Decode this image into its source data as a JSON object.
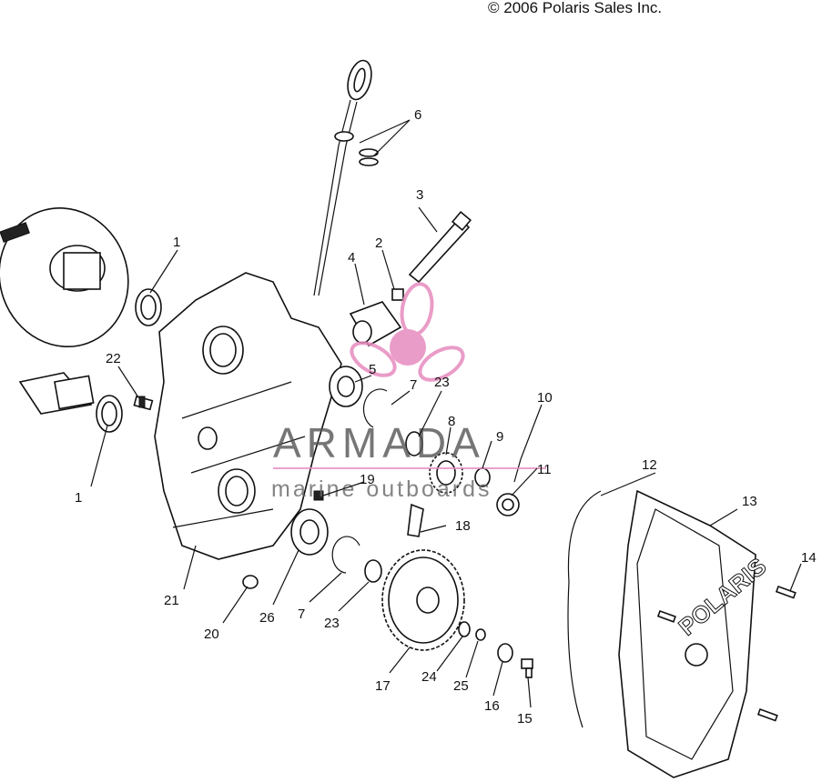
{
  "copyright": "© 2006 Polaris Sales Inc.",
  "watermark": {
    "brand": "ARMADA",
    "tagline": "marine outboards",
    "color_logo": "#e78bbf",
    "color_text": "#555555"
  },
  "callouts": [
    {
      "id": "c1a",
      "label": "1"
    },
    {
      "id": "c1b",
      "label": "1"
    },
    {
      "id": "c2",
      "label": "2"
    },
    {
      "id": "c3",
      "label": "3"
    },
    {
      "id": "c4",
      "label": "4"
    },
    {
      "id": "c5",
      "label": "5"
    },
    {
      "id": "c6",
      "label": "6"
    },
    {
      "id": "c7a",
      "label": "7"
    },
    {
      "id": "c7b",
      "label": "7"
    },
    {
      "id": "c8",
      "label": "8"
    },
    {
      "id": "c9",
      "label": "9"
    },
    {
      "id": "c10",
      "label": "10"
    },
    {
      "id": "c11",
      "label": "11"
    },
    {
      "id": "c12",
      "label": "12"
    },
    {
      "id": "c13",
      "label": "13"
    },
    {
      "id": "c14",
      "label": "14"
    },
    {
      "id": "c15",
      "label": "15"
    },
    {
      "id": "c16",
      "label": "16"
    },
    {
      "id": "c17",
      "label": "17"
    },
    {
      "id": "c18",
      "label": "18"
    },
    {
      "id": "c19",
      "label": "19"
    },
    {
      "id": "c20",
      "label": "20"
    },
    {
      "id": "c21",
      "label": "21"
    },
    {
      "id": "c22",
      "label": "22"
    },
    {
      "id": "c23a",
      "label": "23"
    },
    {
      "id": "c23b",
      "label": "23"
    },
    {
      "id": "c24",
      "label": "24"
    },
    {
      "id": "c25",
      "label": "25"
    },
    {
      "id": "c26",
      "label": "26"
    }
  ],
  "cover_logo": "POLARIS"
}
